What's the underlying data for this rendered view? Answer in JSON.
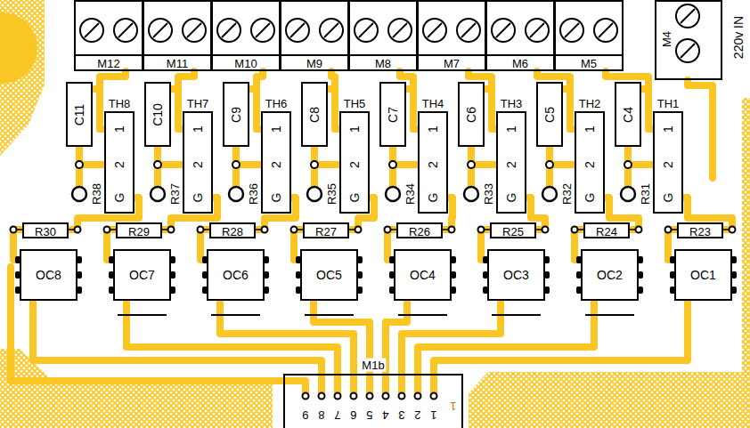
{
  "diagram": {
    "nodes": [
      {
        "text": [
          "M12"
        ]
      },
      {
        "text": [
          "M11"
        ]
      },
      {
        "text": [
          "M10"
        ]
      },
      {
        "text": [
          "M9"
        ]
      },
      {
        "text": [
          "M8"
        ]
      },
      {
        "text": [
          "M7"
        ]
      },
      {
        "text": [
          "M6"
        ]
      },
      {
        "text": [
          "M5"
        ]
      },
      {
        "text": [
          "M4"
        ]
      },
      {
        "text": [
          "C11"
        ]
      },
      {
        "text": [
          "TH8",
          "1",
          "2",
          "G"
        ]
      },
      {
        "text": [
          "C10"
        ]
      },
      {
        "text": [
          "TH7",
          "1",
          "2",
          "G"
        ]
      },
      {
        "text": [
          "C9"
        ]
      },
      {
        "text": [
          "TH6",
          "1",
          "2",
          "G"
        ]
      },
      {
        "text": [
          "C8"
        ]
      },
      {
        "text": [
          "TH5",
          "1",
          "2",
          "G"
        ]
      },
      {
        "text": [
          "C7"
        ]
      },
      {
        "text": [
          "TH4",
          "1",
          "2",
          "G"
        ]
      },
      {
        "text": [
          "C6"
        ]
      },
      {
        "text": [
          "TH3",
          "1",
          "2",
          "G"
        ]
      },
      {
        "text": [
          "C5"
        ]
      },
      {
        "text": [
          "TH2",
          "1",
          "2",
          "G"
        ]
      },
      {
        "text": [
          "C4"
        ]
      },
      {
        "text": [
          "TH1",
          "1",
          "2",
          "G"
        ]
      },
      {
        "text": [
          "R30"
        ]
      },
      {
        "text": [
          "R29"
        ]
      },
      {
        "text": [
          "R28"
        ]
      },
      {
        "text": [
          "R27"
        ]
      },
      {
        "text": [
          "R26"
        ]
      },
      {
        "text": [
          "R25"
        ]
      },
      {
        "text": [
          "R24"
        ]
      },
      {
        "text": [
          "R23"
        ]
      },
      {
        "text": [
          "OC8"
        ]
      },
      {
        "text": [
          "OC7"
        ]
      },
      {
        "text": [
          "OC6"
        ]
      },
      {
        "text": [
          "OC5"
        ]
      },
      {
        "text": [
          "OC4"
        ]
      },
      {
        "text": [
          "OC3"
        ]
      },
      {
        "text": [
          "OC2"
        ]
      },
      {
        "text": [
          "OC1"
        ]
      },
      {
        "text": [
          "M1b"
        ]
      }
    ],
    "labels": [
      "220v IN",
      "R38",
      "R37",
      "R36",
      "R35",
      "R34",
      "R33",
      "R32",
      "R31",
      "9",
      "8",
      "7",
      "6",
      "5",
      "4",
      "3",
      "2",
      "1",
      "1"
    ]
  }
}
